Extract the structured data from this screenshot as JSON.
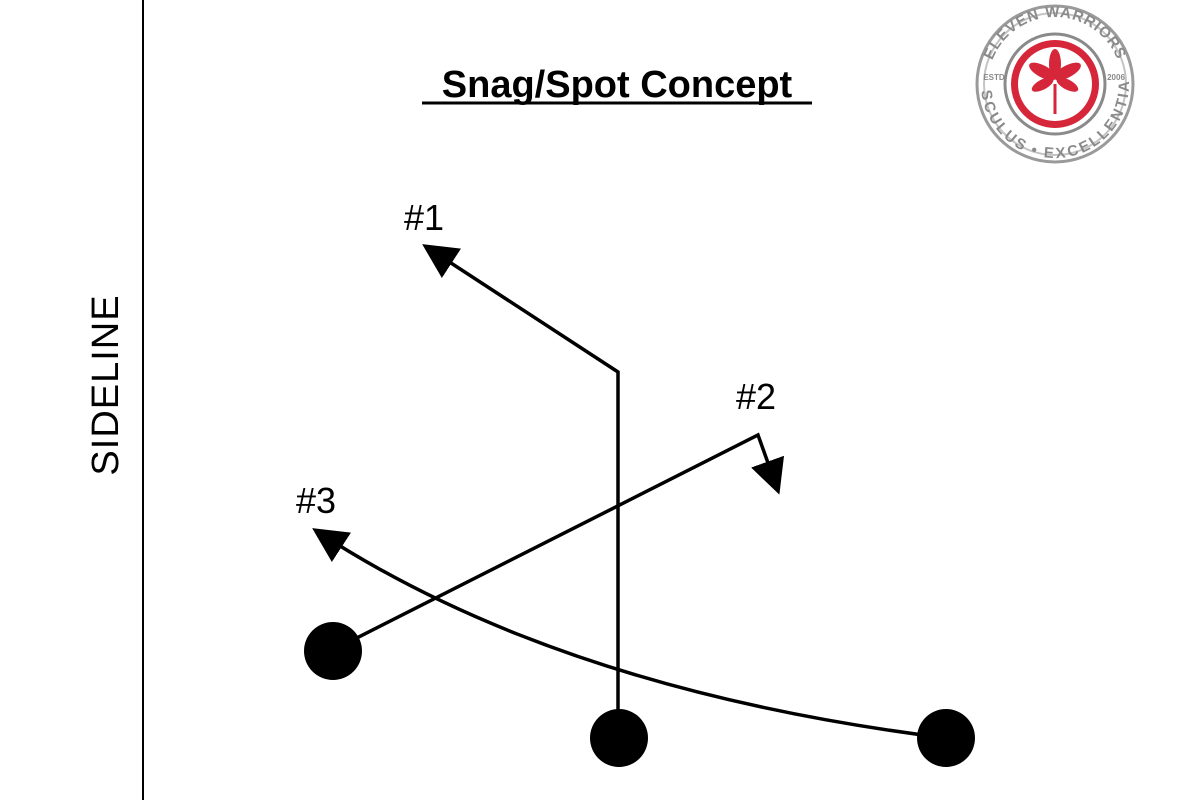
{
  "title": "Snag/Spot Concept",
  "sideline_label": "SIDELINE",
  "routes": [
    {
      "label": "#1"
    },
    {
      "label": "#2"
    },
    {
      "label": "#3"
    }
  ],
  "logo": {
    "top_text": "ELEVEN WARRIORS",
    "bottom_text": "AESCULUS • EXCELLENTIAM",
    "left_text": "ESTD",
    "right_text": "2006",
    "icon": "buckeye-leaf-icon",
    "colors": {
      "ring": "#8a8a8a",
      "accent": "#d6263a"
    }
  }
}
